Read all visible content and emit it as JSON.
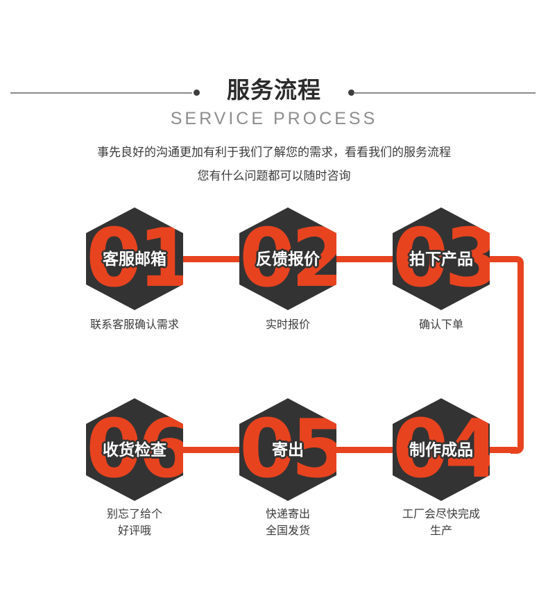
{
  "header": {
    "title": "服务流程",
    "subtitle": "SERVICE PROCESS",
    "description_line1": "事先良好的沟通更加有利于我们了解您的需求，看看我们的服务流程",
    "description_line2": "您有什么问题都可以随时咨询"
  },
  "colors": {
    "accent": "#e8431f",
    "hexagon": "#333333",
    "text_dark": "#3a3a3a",
    "subtitle_gray": "#8d8d8d",
    "rule_gray": "#8a8a8a",
    "background": "#ffffff"
  },
  "steps": [
    {
      "number": "01",
      "label": "客服邮箱",
      "caption": "联系客服确认需求"
    },
    {
      "number": "02",
      "label": "反馈报价",
      "caption": "实时报价"
    },
    {
      "number": "03",
      "label": "拍下产品",
      "caption": "确认下单"
    },
    {
      "number": "04",
      "label": "制作成品",
      "caption": "工厂会尽快完成\n生产"
    },
    {
      "number": "05",
      "label": "寄出",
      "caption": "快递寄出\n全国发货"
    },
    {
      "number": "06",
      "label": "收货检查",
      "caption": "别忘了给个\n好评哦"
    }
  ]
}
